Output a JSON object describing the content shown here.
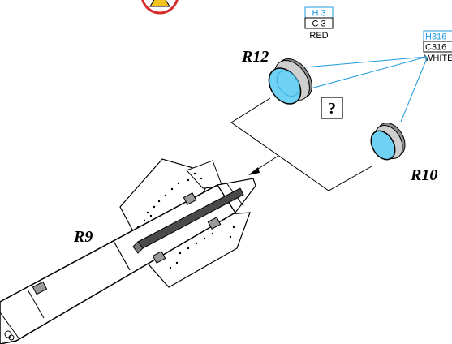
{
  "labels": {
    "r12": "R12",
    "r10": "R10",
    "r9": "R9",
    "unknown": "?"
  },
  "color_tags": {
    "red": {
      "h": "H 3",
      "c": "C 3",
      "name": "RED"
    },
    "white": {
      "h": "H316",
      "c": "C316",
      "name": "WHITE"
    }
  },
  "colors": {
    "callout_line": "#1e9be0",
    "lens_fill": "#6fd2f5",
    "warning_ring": "#d92b2b",
    "warning_fill": "#f2c21f",
    "line": "#000000"
  },
  "icons": {
    "warning": "warning-triangle-icon"
  }
}
